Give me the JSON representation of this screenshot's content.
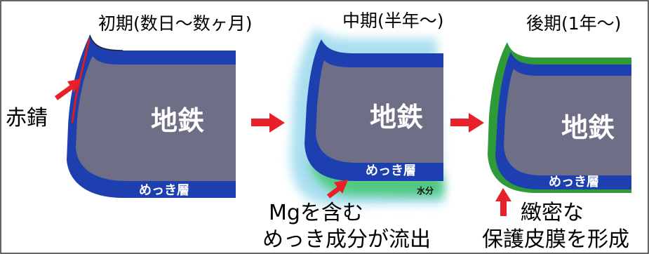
{
  "stages": [
    {
      "title": "初期(数日〜数ヶ月)",
      "base_label": "地鉄",
      "plating_label": "めっき層"
    },
    {
      "title": "中期(半年〜)",
      "base_label": "地鉄",
      "plating_label": "めっき層",
      "moisture_label": "水分"
    },
    {
      "title": "後期(1年〜)",
      "base_label": "地鉄",
      "plating_label": "めっき層"
    }
  ],
  "callouts": {
    "rust": "赤錆",
    "stage2_line1": "Mgを含む",
    "stage2_line2": "めっき成分が流出",
    "stage3_line1": "緻密な",
    "stage3_line2": "保護皮膜を形成"
  },
  "colors": {
    "base_steel": "#6e6e86",
    "plating": "#1d3fb0",
    "red_rust": "#d81e1e",
    "arrow_red": "#e8202a",
    "runoff_cyan": "#a9dff0",
    "runoff_green": "#3fc46a",
    "protective_film": "#2e9a38",
    "frame": "#333333"
  }
}
